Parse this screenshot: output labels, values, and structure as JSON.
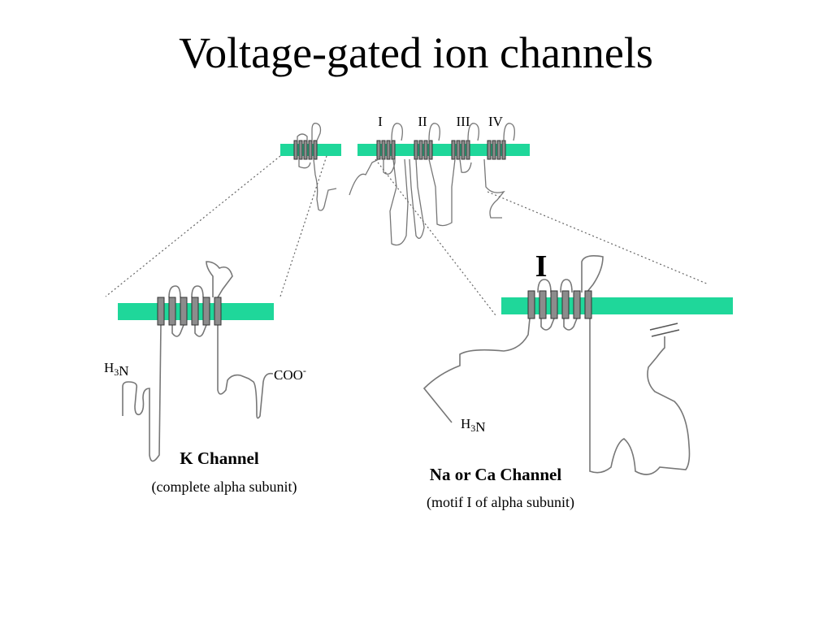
{
  "title": "Voltage-gated ion channels",
  "colors": {
    "membrane": "#1fd79a",
    "helix": "#8c8c8c",
    "strand": "#777777"
  },
  "domain_labels": [
    "I",
    "II",
    "III",
    "IV"
  ],
  "k_channel": {
    "n_terminus": "H3N",
    "c_terminus": "COO-",
    "name": "K Channel",
    "subtitle": "(complete alpha subunit)"
  },
  "na_channel": {
    "motif_label": "I",
    "n_terminus": "H3N",
    "name": "Na or Ca Channel",
    "subtitle": "(motif  I of alpha subunit)"
  }
}
